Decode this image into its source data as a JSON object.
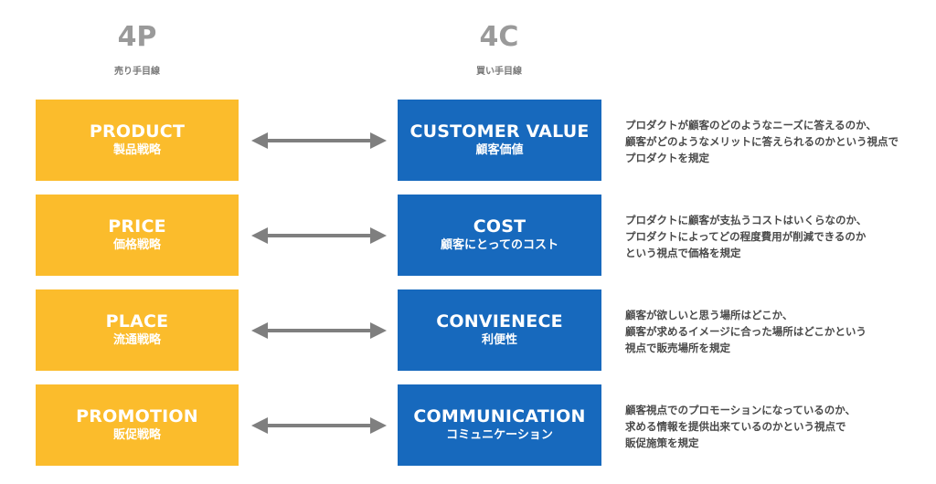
{
  "left_header": {
    "title": "4P",
    "subtitle": "売り手目線"
  },
  "right_header": {
    "title": "4C",
    "subtitle": "買い手目線"
  },
  "colors": {
    "p_box": "#fbbc2c",
    "c_box": "#1769bd",
    "arrow": "#7f7f7f",
    "text": "#4a4a4a"
  },
  "rows": [
    {
      "p": {
        "en": "PRODUCT",
        "ja": "製品戦略"
      },
      "c": {
        "en": "CUSTOMER VALUE",
        "ja": "顧客価値"
      },
      "desc": [
        "プロダクトが顧客のどのようなニーズに答えるのか、",
        "顧客がどのようなメリットに答えられるのかという視点で",
        "プロダクトを規定"
      ]
    },
    {
      "p": {
        "en": "PRICE",
        "ja": "価格戦略"
      },
      "c": {
        "en": "COST",
        "ja": "顧客にとってのコスト"
      },
      "desc": [
        "プロダクトに顧客が支払うコストはいくらなのか、",
        "プロダクトによってどの程度費用が削減できるのか",
        "という視点で価格を規定"
      ]
    },
    {
      "p": {
        "en": "PLACE",
        "ja": "流通戦略"
      },
      "c": {
        "en": "CONVIENECE",
        "ja": "利便性"
      },
      "desc": [
        "顧客が欲しいと思う場所はどこか、",
        "顧客が求めるイメージに合った場所はどこかという",
        "視点で販売場所を規定"
      ]
    },
    {
      "p": {
        "en": "PROMOTION",
        "ja": "販促戦略"
      },
      "c": {
        "en": "COMMUNICATION",
        "ja": "コミュニケーション"
      },
      "desc": [
        "顧客視点でのプロモーションになっているのか、",
        "求める情報を提供出来ているのかという視点で",
        "販促施策を規定"
      ]
    }
  ]
}
